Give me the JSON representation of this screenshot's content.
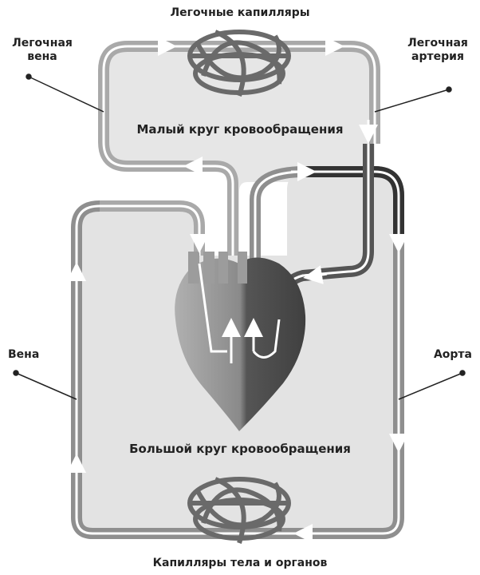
{
  "labels": {
    "pulmonary_capillaries": "Легочные капилляры",
    "pulmonary_vein_line1": "Легочная",
    "pulmonary_vein_line2": "вена",
    "pulmonary_artery_line1": "Легочная",
    "pulmonary_artery_line2": "артерия",
    "pulmonary_circulation": "Малый круг кровообращения",
    "vein": "Вена",
    "aorta": "Аорта",
    "systemic_circulation": "Большой круг кровообращения",
    "body_capillaries": "Капилляры тела и органов"
  },
  "colors": {
    "loop_fill": "#e6e6e6",
    "vessel_light": "#a9a9a9",
    "vessel_dark": "#3a3a3a",
    "flow_arrow": "#ffffff",
    "label_text": "#222222"
  }
}
